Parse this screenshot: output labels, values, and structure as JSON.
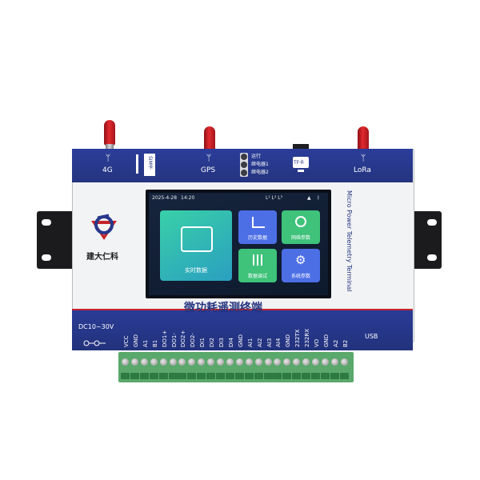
{
  "device": {
    "top_labels": {
      "lte": "4G",
      "sim": "SIM卡",
      "gps": "GPS",
      "tf": "TF卡",
      "lora": "LoRa"
    },
    "indicators": [
      "运行",
      "继电器1",
      "继电器2"
    ],
    "brand": "建大仁科",
    "side_text": "Micro Power Telemetry Terminal",
    "product_name": "微功耗遥测终端",
    "power_label": "DC10~30V",
    "usb_label": "USB",
    "pins": [
      "VCC",
      "GND",
      "A1",
      "B1",
      "DO1+",
      "DO1-",
      "DO2+",
      "DO2-",
      "DI1",
      "DI2",
      "DI3",
      "DI4",
      "GND",
      "AI1",
      "AI2",
      "AI3",
      "AI4",
      "GND",
      "232TX",
      "232RX",
      "VO",
      "GND",
      "A2",
      "B2"
    ]
  },
  "screen": {
    "date": "2025-4-28",
    "time": "14:20",
    "tiles": {
      "realtime": "实时数据",
      "history": "历史数据",
      "network": "网络参数",
      "debug": "数据调试",
      "system": "系统参数"
    }
  },
  "colors": {
    "band_blue": "#27388c",
    "accent_red": "#c6232a",
    "terminal_green": "#5aa86b"
  }
}
